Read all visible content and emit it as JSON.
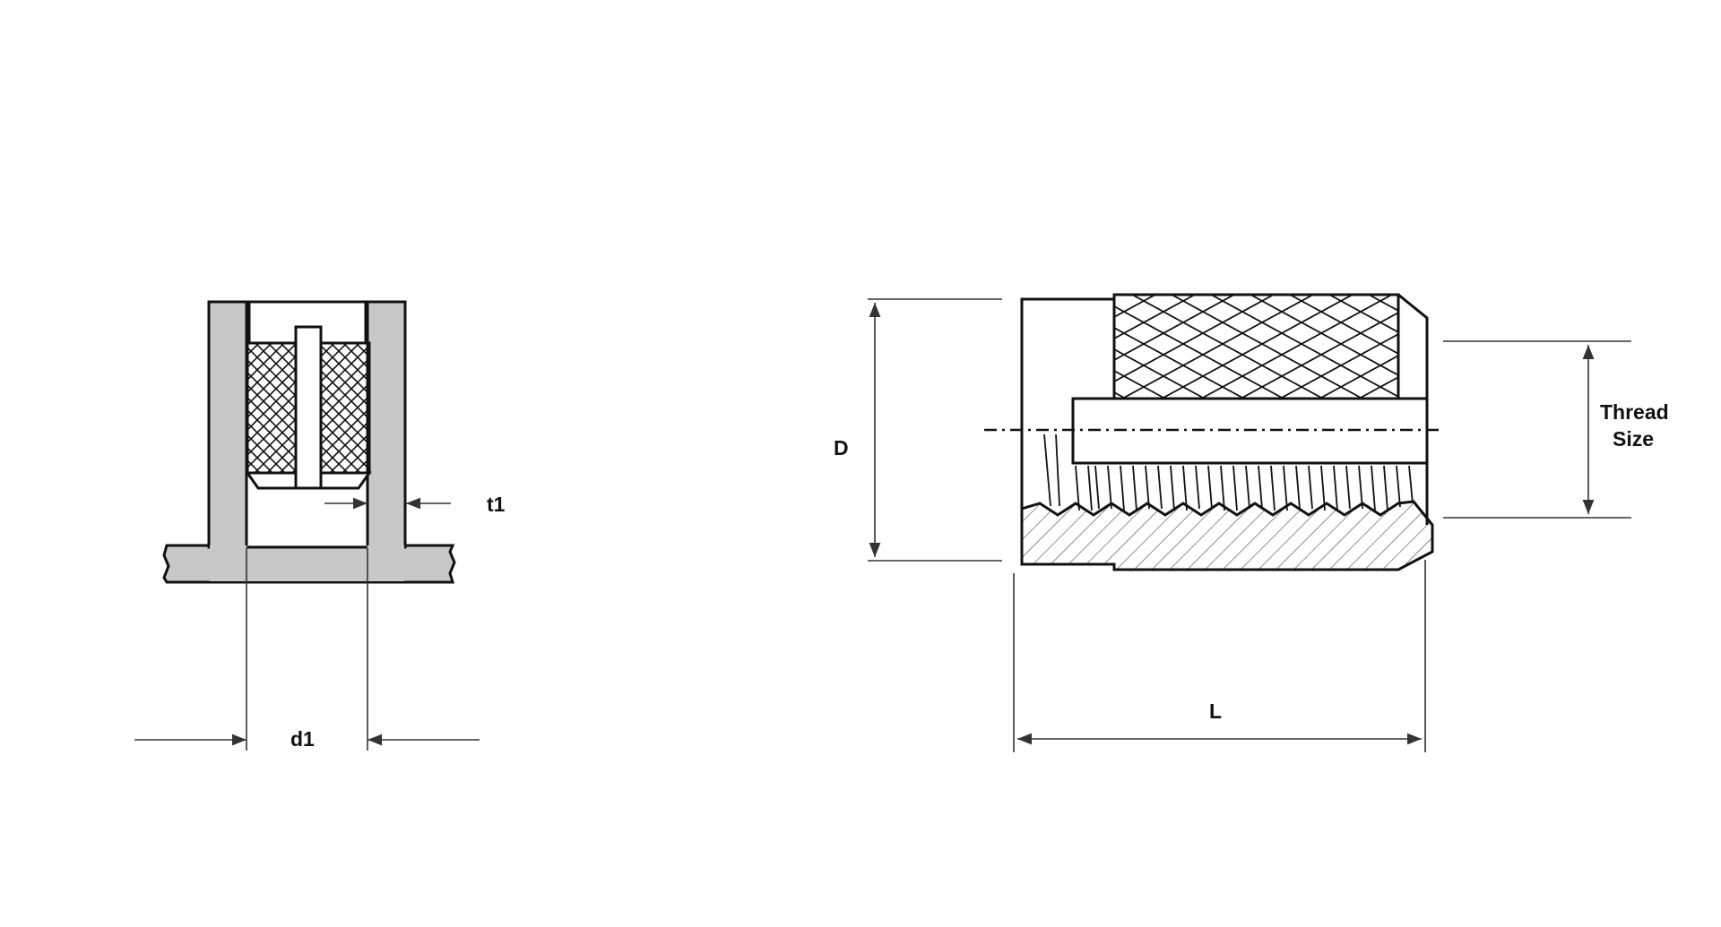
{
  "labels": {
    "t1": "t1",
    "d1": "d1",
    "D": "D",
    "L": "L",
    "thread_size_line1": "Thread",
    "thread_size_line2": "Size"
  },
  "colors": {
    "boss_fill": "#c8c8c8",
    "line": "#111111",
    "background": "#ffffff"
  }
}
